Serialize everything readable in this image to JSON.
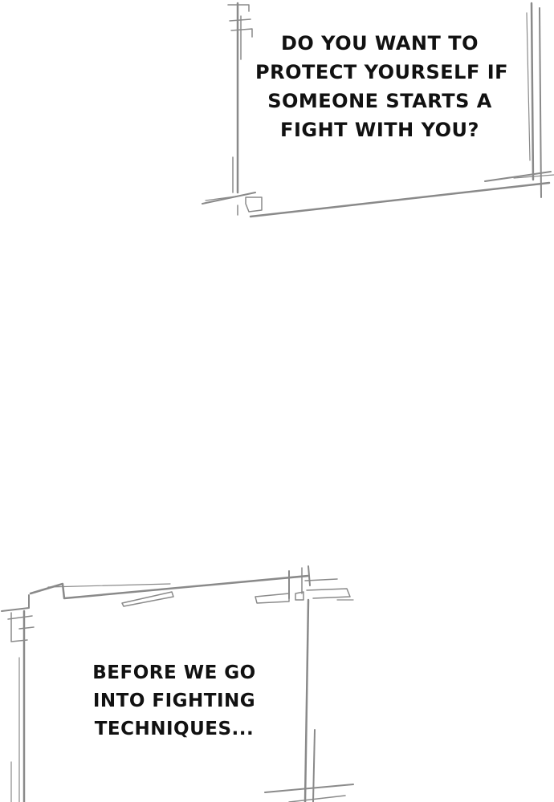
{
  "panels": [
    {
      "lines": [
        "DO YOU WANT TO",
        "PROTECT YOURSELF IF",
        "SOMEONE STARTS A",
        "FIGHT WITH YOU?"
      ]
    },
    {
      "lines": [
        "BEFORE WE GO",
        "INTO FIGHTING",
        "TECHNIQUES..."
      ]
    }
  ],
  "colors": {
    "background": "#ffffff",
    "text": "#111111",
    "frame_stroke": "#8a8a8a"
  }
}
